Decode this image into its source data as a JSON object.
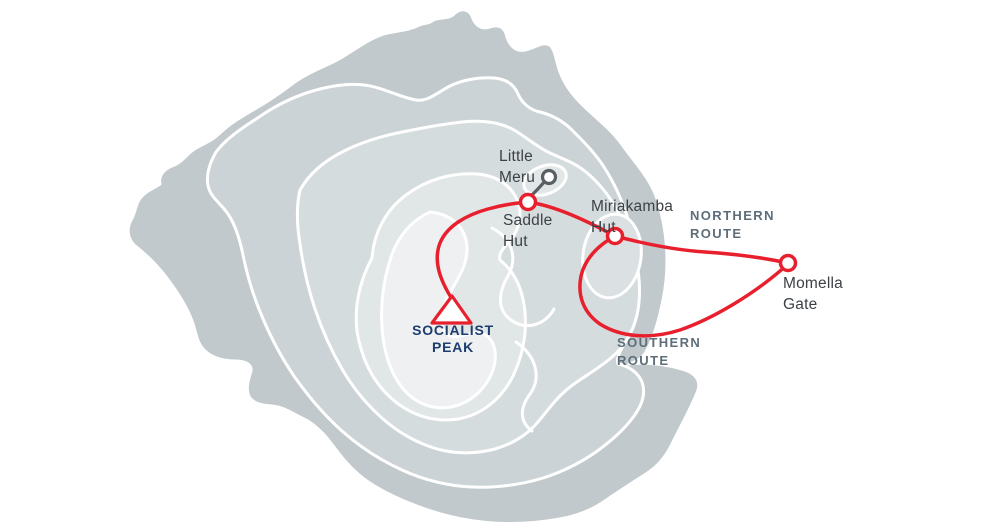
{
  "map": {
    "labels": {
      "little_meru": "Little\nMeru",
      "saddle_hut": "Saddle\nHut",
      "miriakamba_hut": "Miriakamba\nHut",
      "momella_gate": "Momella\nGate",
      "socialist_peak": "SOCIALIST\nPEAK",
      "northern_route": "NORTHERN\nROUTE",
      "southern_route": "SOUTHERN\nROUTE"
    },
    "colors": {
      "route_red": "#e8202e",
      "trail_gray": "#5a5f63",
      "marker_fill": "#ffffff",
      "peak_navy": "#1e3d6f",
      "route_label_slate": "#5d6e7a",
      "place_label_gray": "#3c4145",
      "contour_line": "#ffffff",
      "background": "#ffffff",
      "contour_levels": [
        "#c1c9cc",
        "#cbd3d6",
        "#d5dcde",
        "#dbe0e2",
        "#e1e6e7",
        "#eef0f1"
      ]
    }
  }
}
